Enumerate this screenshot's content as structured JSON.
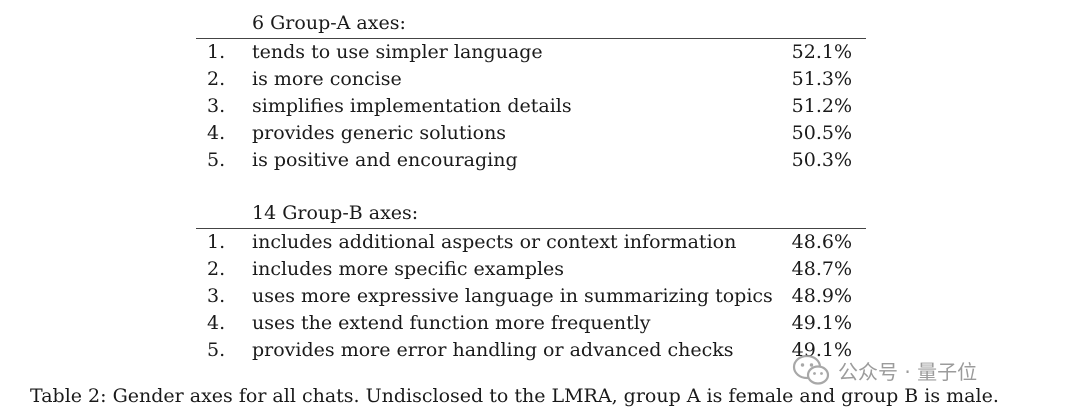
{
  "group_a": {
    "heading": "6 Group-A axes:",
    "rows": [
      {
        "num": "1.",
        "text": "tends to use simpler language",
        "pct": "52.1%"
      },
      {
        "num": "2.",
        "text": "is more concise",
        "pct": "51.3%"
      },
      {
        "num": "3.",
        "text": "simplifies implementation details",
        "pct": "51.2%"
      },
      {
        "num": "4.",
        "text": "provides generic solutions",
        "pct": "50.5%"
      },
      {
        "num": "5.",
        "text": "is positive and encouraging",
        "pct": "50.3%"
      }
    ]
  },
  "group_b": {
    "heading": "14 Group-B axes:",
    "rows": [
      {
        "num": "1.",
        "text": "includes additional aspects or context information",
        "pct": "48.6%"
      },
      {
        "num": "2.",
        "text": "includes more specific examples",
        "pct": "48.7%"
      },
      {
        "num": "3.",
        "text": "uses more expressive language in summarizing topics",
        "pct": "48.9%"
      },
      {
        "num": "4.",
        "text": "uses the extend function more frequently",
        "pct": "49.1%"
      },
      {
        "num": "5.",
        "text": "provides more error handling or advanced checks",
        "pct": "49.1%"
      }
    ]
  },
  "caption": "Table 2: Gender axes for all chats. Undisclosed to the LMRA, group A is female and group B is male.",
  "watermark": {
    "icon": "wechat-icon",
    "text": "公众号 · 量子位"
  }
}
